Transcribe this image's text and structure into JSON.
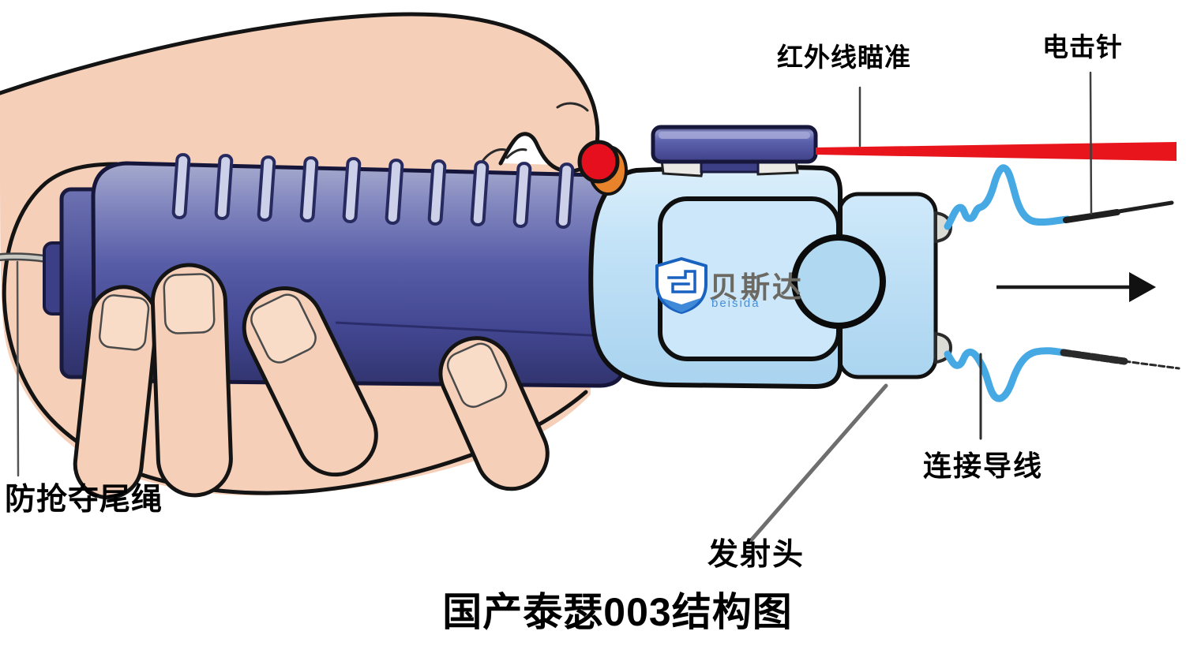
{
  "page": {
    "background": "#ffffff",
    "title": "国产泰瑟003结构图"
  },
  "labels": {
    "infrared_sight": "红外线瞄准",
    "shock_needle": "电击针",
    "connecting_wire": "连接导线",
    "launch_head": "发射头",
    "anti_snatch_rope": "防抢夺尾绳"
  },
  "logo": {
    "brand": "贝斯达",
    "brand_sub": "beisida"
  },
  "colors": {
    "laser_red": "#e8161c",
    "wire_blue": "#47a9e4",
    "body_purple": "#4a4e9b",
    "front_blue": "#bfdff6",
    "skin": "#f6cfb9",
    "trigger_red": "#e60f1e",
    "trigger_orange": "#e8822b",
    "logo_blue": "#1a62c0",
    "label_black": "#000000"
  }
}
